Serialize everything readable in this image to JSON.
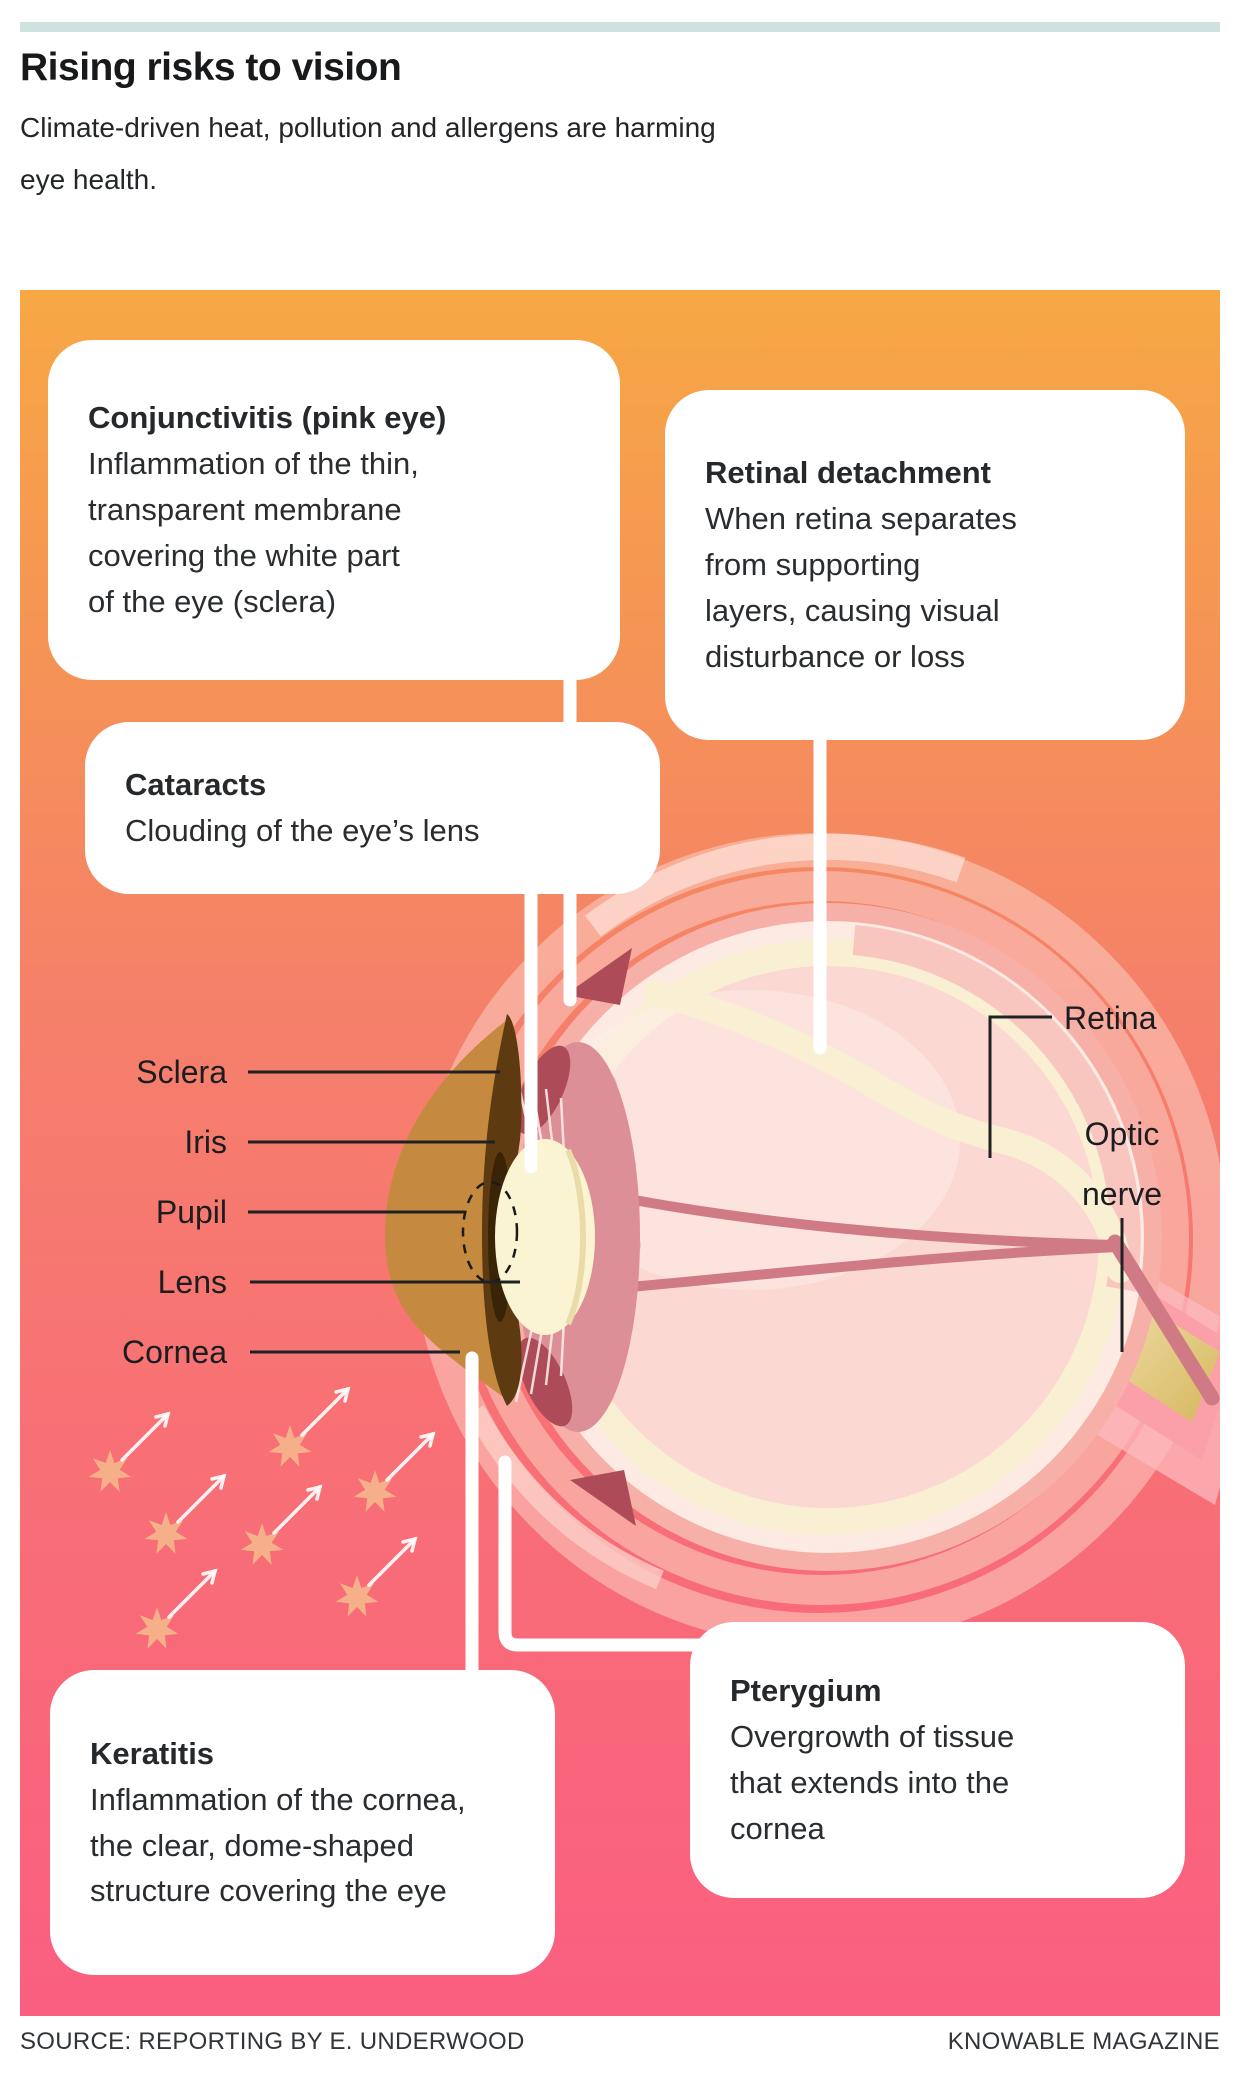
{
  "header": {
    "title": "Rising risks to vision",
    "subtitle": [
      "Climate-driven heat, pollution and allergens are harming",
      "eye health."
    ]
  },
  "callouts": {
    "conjunctivitis": {
      "title": "Conjunctivitis (pink eye)",
      "body": [
        "Inflammation of the thin,",
        "transparent membrane",
        "covering the white part",
        "of the eye (sclera)"
      ]
    },
    "retinal_detachment": {
      "title": "Retinal detachment",
      "body": [
        "When retina separates",
        "from supporting",
        "layers, causing visual",
        "disturbance or loss"
      ]
    },
    "cataracts": {
      "title": "Cataracts",
      "body": [
        "Clouding of the eye’s lens"
      ]
    },
    "keratitis": {
      "title": "Keratitis",
      "body": [
        "Inflammation of the cornea,",
        "the clear, dome-shaped",
        "structure covering the eye"
      ]
    },
    "pterygium": {
      "title": "Pterygium",
      "body": [
        "Overgrowth of tissue",
        "that extends into the",
        "cornea"
      ]
    }
  },
  "anatomy_labels": {
    "sclera": "Sclera",
    "iris": "Iris",
    "pupil": "Pupil",
    "lens": "Lens",
    "cornea": "Cornea",
    "retina": "Retina",
    "optic_nerve_lines": [
      "Optic",
      "nerve"
    ]
  },
  "footer": {
    "source": "SOURCE: REPORTING BY E. UNDERWOOD",
    "credit": "KNOWABLE MAGAZINE"
  },
  "colors": {
    "topbar": "#cfe2e0",
    "bg_top": "#f7a845",
    "bg_bottom": "#fa5e80",
    "callout_bg": "#ffffff",
    "star": "#f6b089",
    "ink": "#1b1d1f"
  }
}
